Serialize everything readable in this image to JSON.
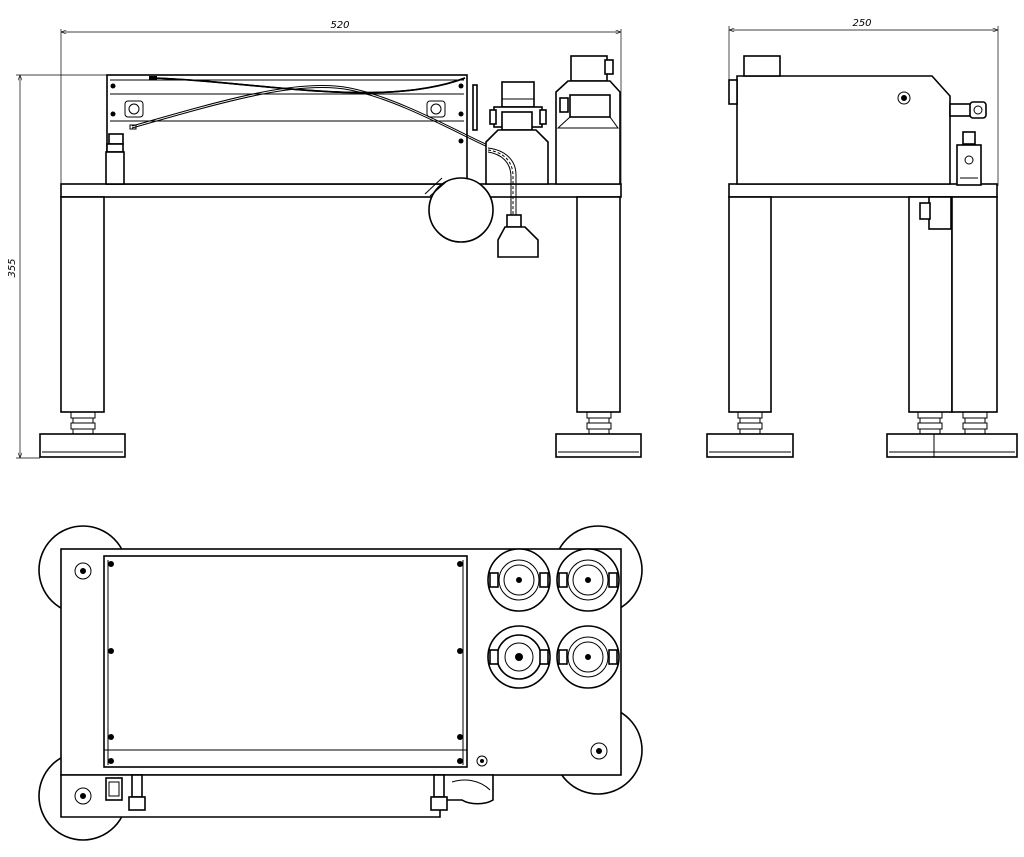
{
  "drawing": {
    "dimensions": {
      "front_width": "520",
      "side_width": "250",
      "height": "355"
    }
  }
}
